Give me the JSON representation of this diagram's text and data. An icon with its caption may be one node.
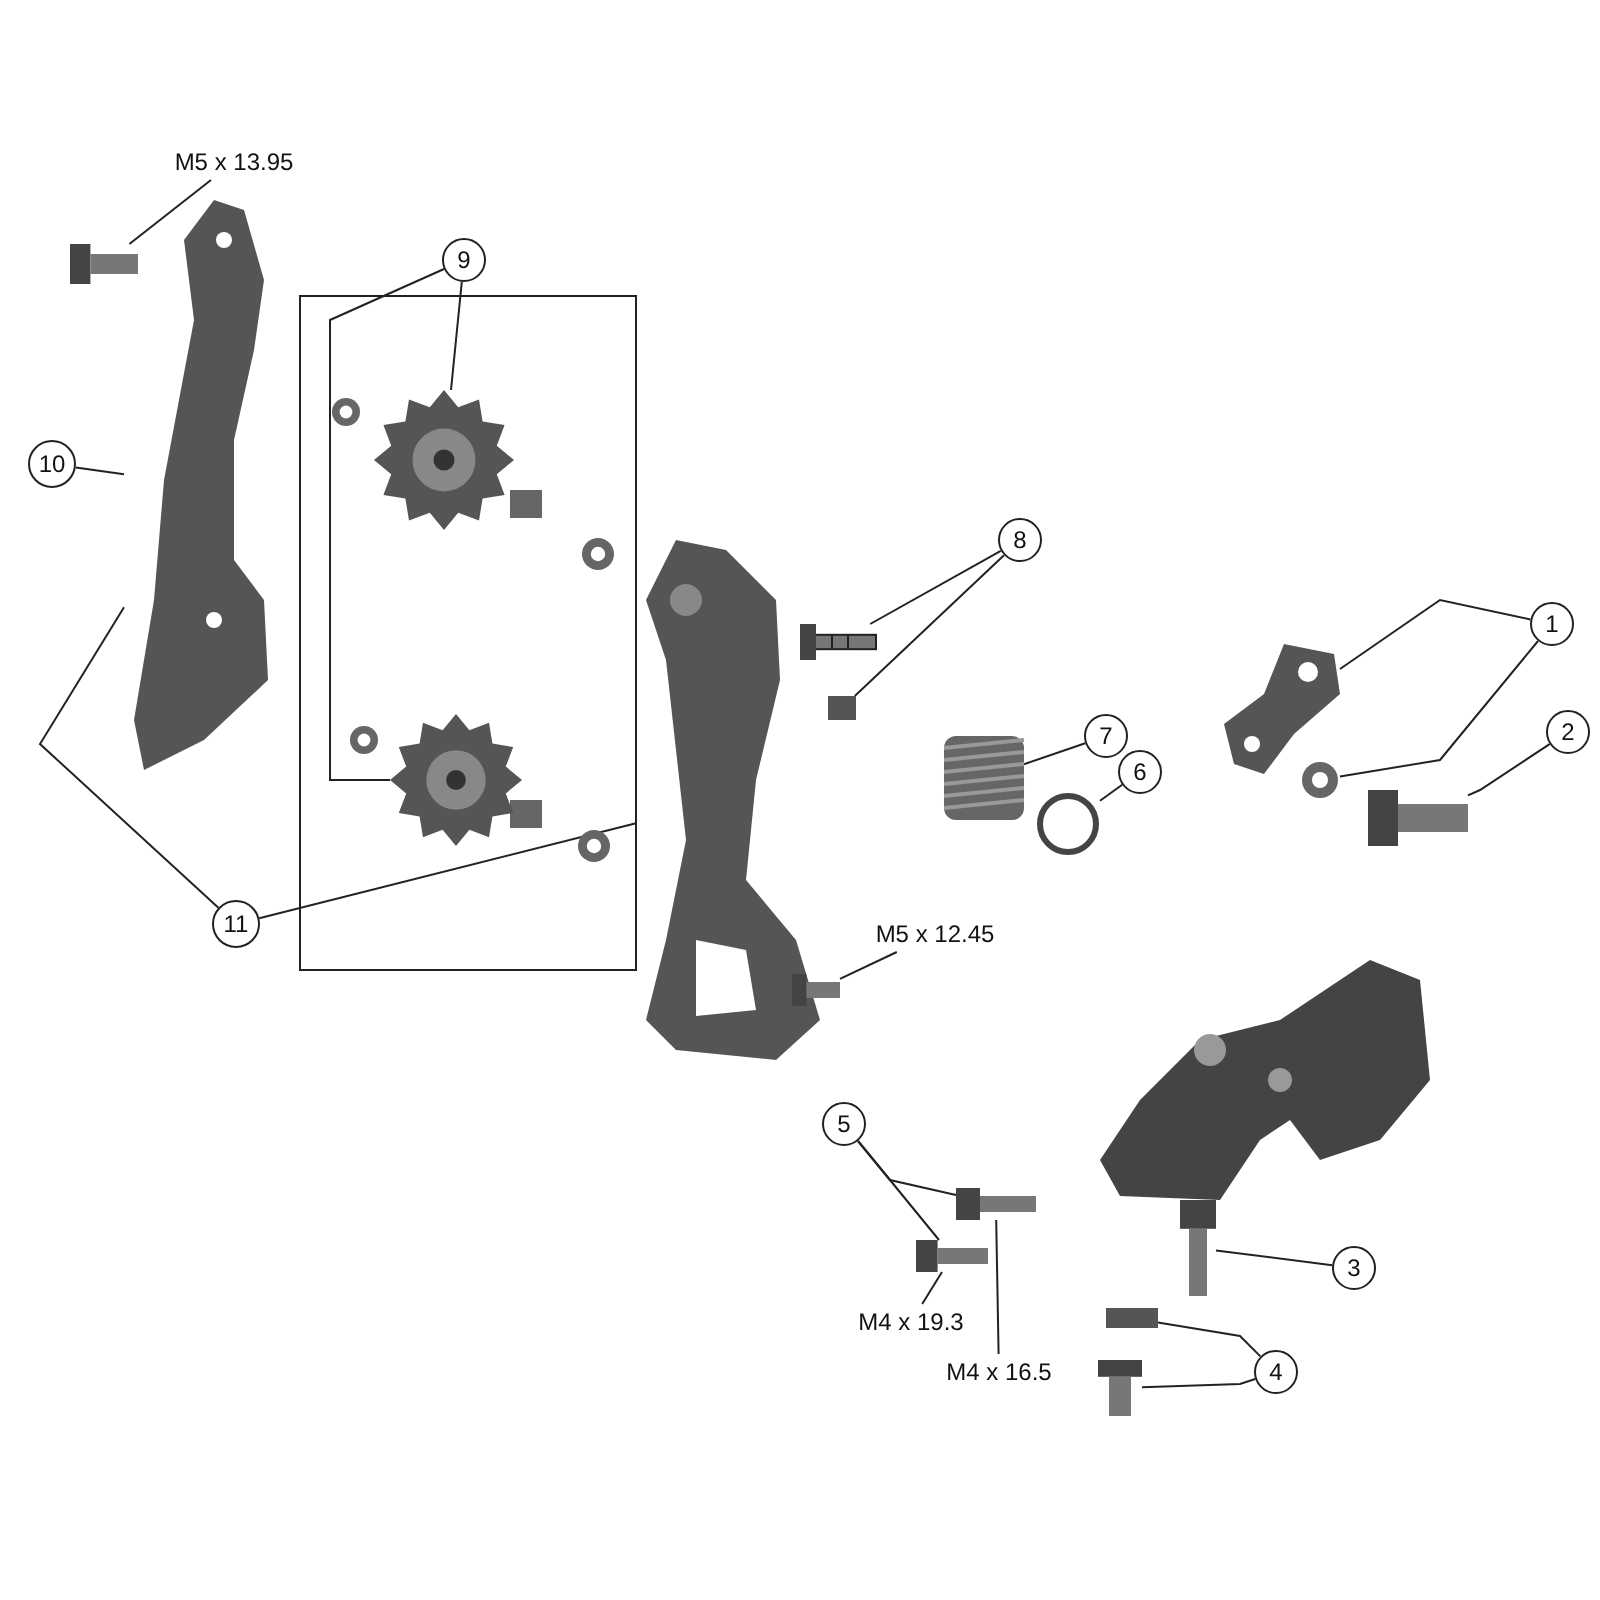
{
  "diagram": {
    "nodes": [
      {
        "text": [
          "9"
        ]
      },
      {
        "text": [
          "8"
        ]
      },
      {
        "text": [
          "7"
        ]
      },
      {
        "text": [
          "6"
        ]
      },
      {
        "text": [
          "1"
        ]
      },
      {
        "text": [
          "2"
        ]
      },
      {
        "text": [
          "10"
        ]
      },
      {
        "text": [
          "11"
        ]
      },
      {
        "text": [
          "M5 x 13.95"
        ]
      },
      {
        "text": [
          "M5 x 12.45"
        ]
      },
      {
        "text": [
          "5"
        ]
      },
      {
        "text": [
          "M4 x 19.3"
        ]
      },
      {
        "text": [
          "M4 x 16.5"
        ]
      },
      {
        "text": [
          "3"
        ]
      },
      {
        "text": [
          "4"
        ]
      },
      {
        "text": [],
        "shape": "picture"
      },
      {
        "text": [],
        "shape": "picture"
      },
      {
        "text": [],
        "shape": "picture"
      },
      {
        "text": [],
        "shape": "picture"
      },
      {
        "text": [],
        "shape": "picture"
      },
      {
        "text": [],
        "shape": "circle"
      },
      {
        "text": [],
        "shape": "picture"
      },
      {
        "text": [],
        "shape": "picture"
      },
      {
        "text": [],
        "shape": "picture"
      },
      {
        "text": [],
        "shape": "picture"
      },
      {
        "text": [],
        "shape": "picture"
      },
      {
        "text": [],
        "shape": "picture"
      },
      {
        "text": [],
        "shape": "picture"
      },
      {
        "text": [],
        "shape": "picture"
      },
      {
        "text": [],
        "shape": "picture"
      },
      {
        "text": [],
        "shape": "box"
      },
      {
        "text": [],
        "shape": "picture"
      },
      {
        "text": [],
        "shape": "picture"
      },
      {
        "text": [],
        "shape": "box"
      }
    ],
    "edges": [
      {
        "from": 0,
        "to": 16,
        "arrow": "none"
      },
      {
        "from": 0,
        "to": 17,
        "arrow": "none"
      },
      {
        "from": 1,
        "to": 32,
        "arrow": "none"
      },
      {
        "from": 1,
        "to": 33,
        "arrow": "none"
      },
      {
        "from": 2,
        "to": 19,
        "arrow": "none"
      },
      {
        "from": 3,
        "to": 20,
        "arrow": "none"
      },
      {
        "from": 4,
        "to": 21,
        "arrow": "none"
      },
      {
        "from": 4,
        "to": 22,
        "arrow": "none"
      },
      {
        "from": 5,
        "to": 23,
        "arrow": "none"
      },
      {
        "from": 6,
        "to": 15,
        "arrow": "none"
      },
      {
        "from": 7,
        "to": 15,
        "arrow": "none"
      },
      {
        "from": 7,
        "to": 18,
        "arrow": "none"
      },
      {
        "from": 8,
        "to": 25,
        "arrow": "none"
      },
      {
        "from": 9,
        "to": 26,
        "arrow": "none"
      },
      {
        "from": 10,
        "to": 27,
        "arrow": "none"
      },
      {
        "from": 10,
        "to": 28,
        "arrow": "none"
      },
      {
        "from": 11,
        "to": 27,
        "arrow": "none"
      },
      {
        "from": 12,
        "to": 28,
        "arrow": "none"
      },
      {
        "from": 13,
        "to": 29,
        "arrow": "none"
      },
      {
        "from": 14,
        "to": 30,
        "arrow": "none"
      },
      {
        "from": 14,
        "to": 31,
        "arrow": "none"
      }
    ]
  }
}
